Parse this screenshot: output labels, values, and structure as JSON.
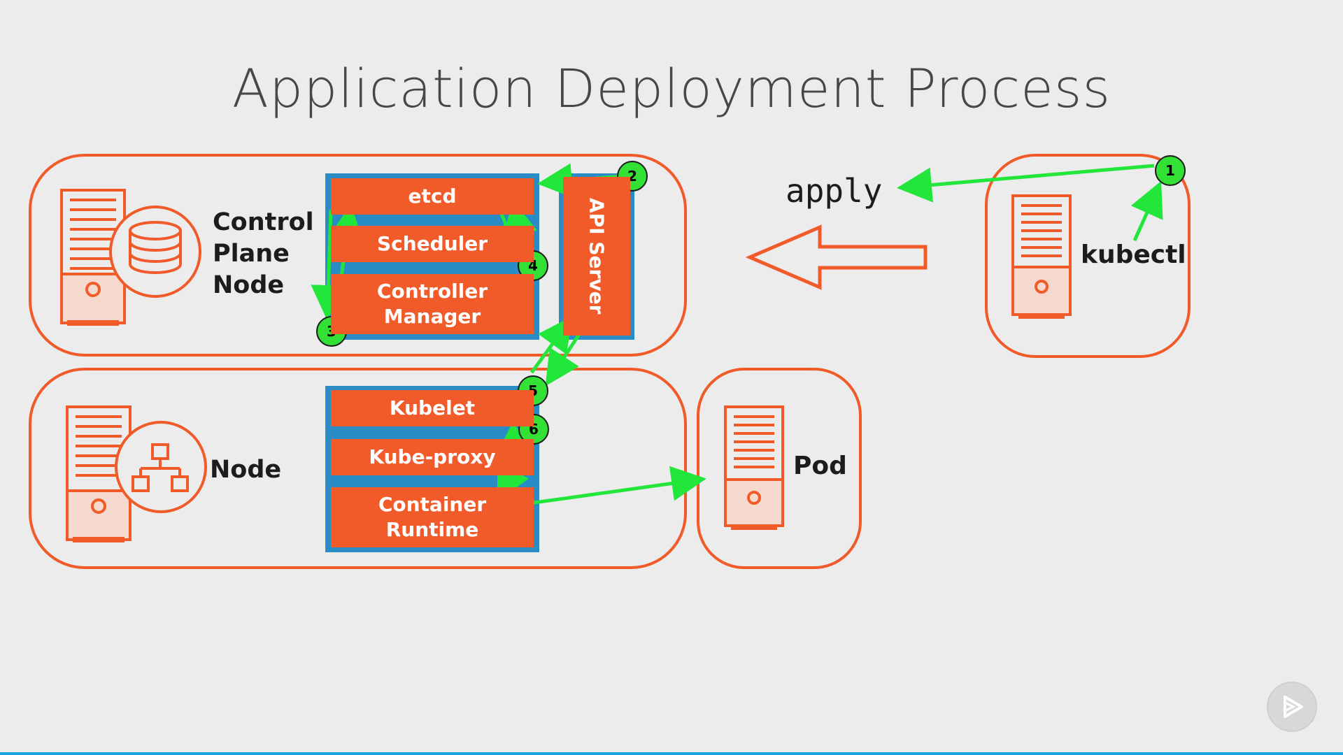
{
  "slide": {
    "title": "Application Deployment Process"
  },
  "control_plane": {
    "label": "Control\nPlane\nNode",
    "components": [
      "etcd",
      "Scheduler",
      "Controller\nManager"
    ],
    "api_server": "API Server"
  },
  "worker": {
    "label": "Node",
    "components": [
      "Kubelet",
      "Kube-proxy",
      "Container\nRuntime"
    ]
  },
  "client": {
    "label": "kubectl",
    "command": "apply"
  },
  "pod": {
    "label": "Pod"
  },
  "steps": [
    "1",
    "2",
    "3",
    "4",
    "5",
    "6"
  ],
  "icons": {
    "control_plane": "database-server-icon",
    "worker": "network-server-icon",
    "client": "server-icon",
    "pod": "server-icon",
    "play": "play-icon"
  },
  "colors": {
    "accent": "#f15b2a",
    "stack_border": "#2a8cc4",
    "flow": "#22e63a",
    "badge": "#33e036"
  }
}
